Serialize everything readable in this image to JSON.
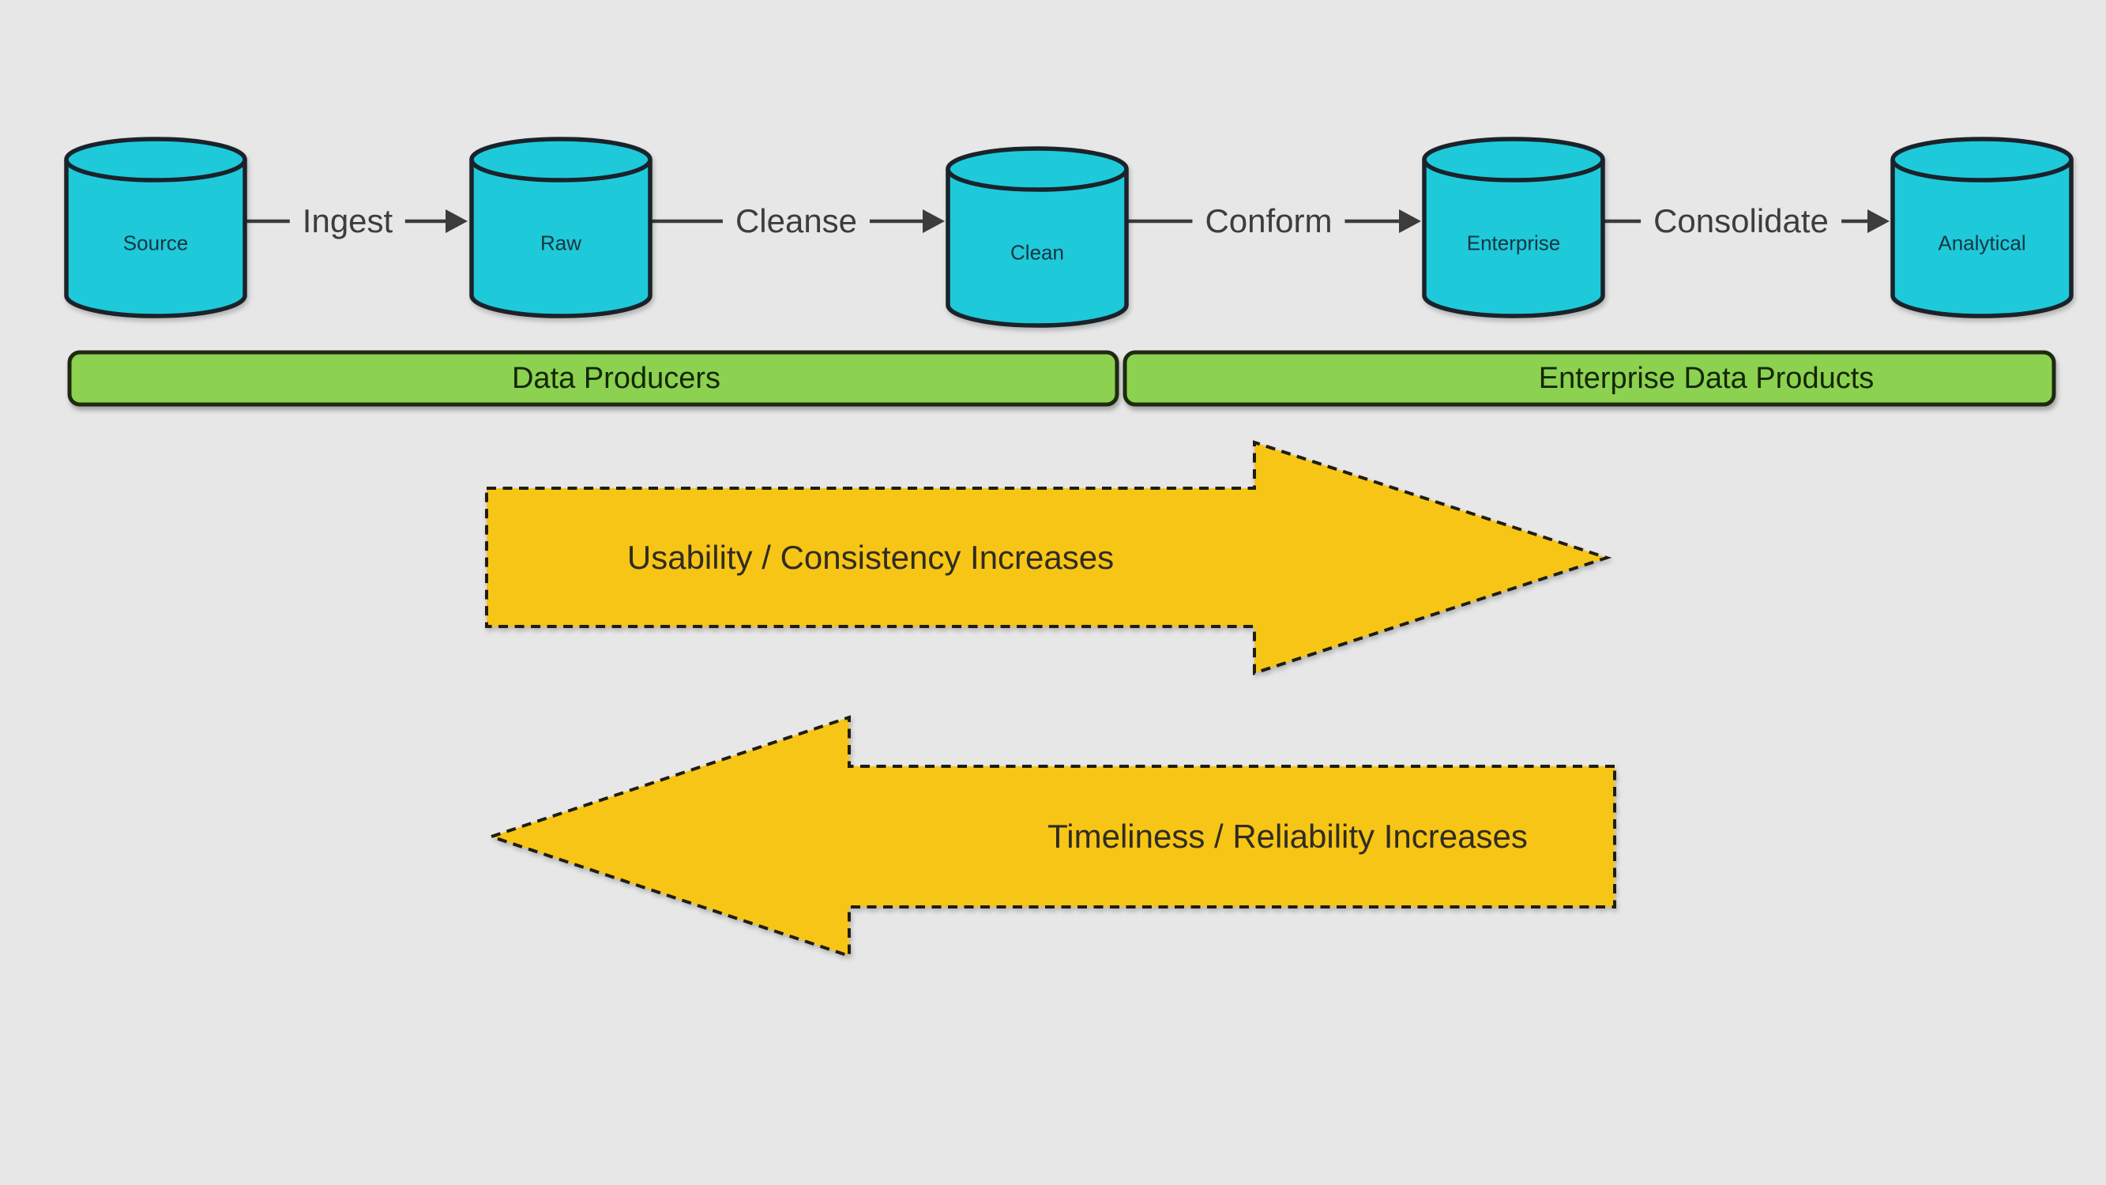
{
  "pipeline": {
    "nodes": [
      {
        "label": "Source",
        "shape": "cylinder"
      },
      {
        "label": "Raw",
        "shape": "cylinder"
      },
      {
        "label": "Clean",
        "shape": "cylinder"
      },
      {
        "label": "Enterprise",
        "shape": "cylinder"
      },
      {
        "label": "Analytical",
        "shape": "cylinder"
      }
    ],
    "edges": [
      {
        "label": "Ingest",
        "from": "Source",
        "to": "Raw",
        "direction": "right"
      },
      {
        "label": "Cleanse",
        "from": "Raw",
        "to": "Clean",
        "direction": "right"
      },
      {
        "label": "Conform",
        "from": "Clean",
        "to": "Enterprise",
        "direction": "right"
      },
      {
        "label": "Consolidate",
        "from": "Enterprise",
        "to": "Analytical",
        "direction": "right"
      }
    ]
  },
  "bands": [
    {
      "label": "Data Producers"
    },
    {
      "label": "Enterprise Data Products"
    }
  ],
  "arrows": [
    {
      "label": "Usability / Consistency Increases",
      "direction": "right"
    },
    {
      "label": "Timeliness / Reliability Increases",
      "direction": "left"
    }
  ],
  "colors": {
    "background": "#e7e7e7",
    "cylinder_fill": "#1ec9da",
    "cylinder_stroke": "#1a222a",
    "cylinder_text": "#16353f",
    "band_fill": "#8cd14f",
    "band_stroke": "#1e2a10",
    "band_text": "#132708",
    "connector": "#3c3c3c",
    "edge_label_text": "#3d3d3d",
    "block_arrow_fill": "#f7c515",
    "block_arrow_stroke": "#201d12",
    "block_arrow_text": "#2f2c24"
  }
}
